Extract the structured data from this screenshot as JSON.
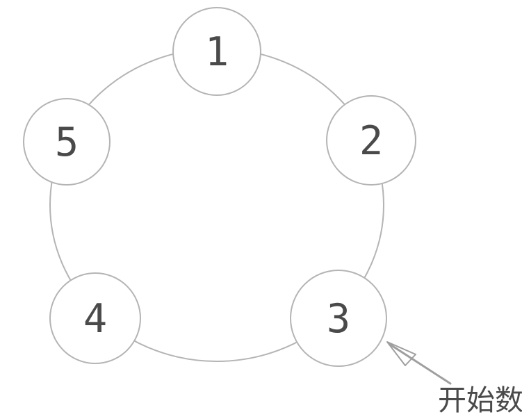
{
  "diagram": {
    "description": "counting-circle",
    "nodes": [
      {
        "label": "1"
      },
      {
        "label": "2"
      },
      {
        "label": "3"
      },
      {
        "label": "4"
      },
      {
        "label": "5"
      }
    ],
    "annotation": {
      "label": "开始数",
      "points_to_node": "3"
    },
    "colors": {
      "outline": "#b4b4b4",
      "node_fill": "#ffffff",
      "number": "#4a4a4a",
      "arrow": "#9f9f9f",
      "annotation_text": "#4a4a4a"
    }
  }
}
